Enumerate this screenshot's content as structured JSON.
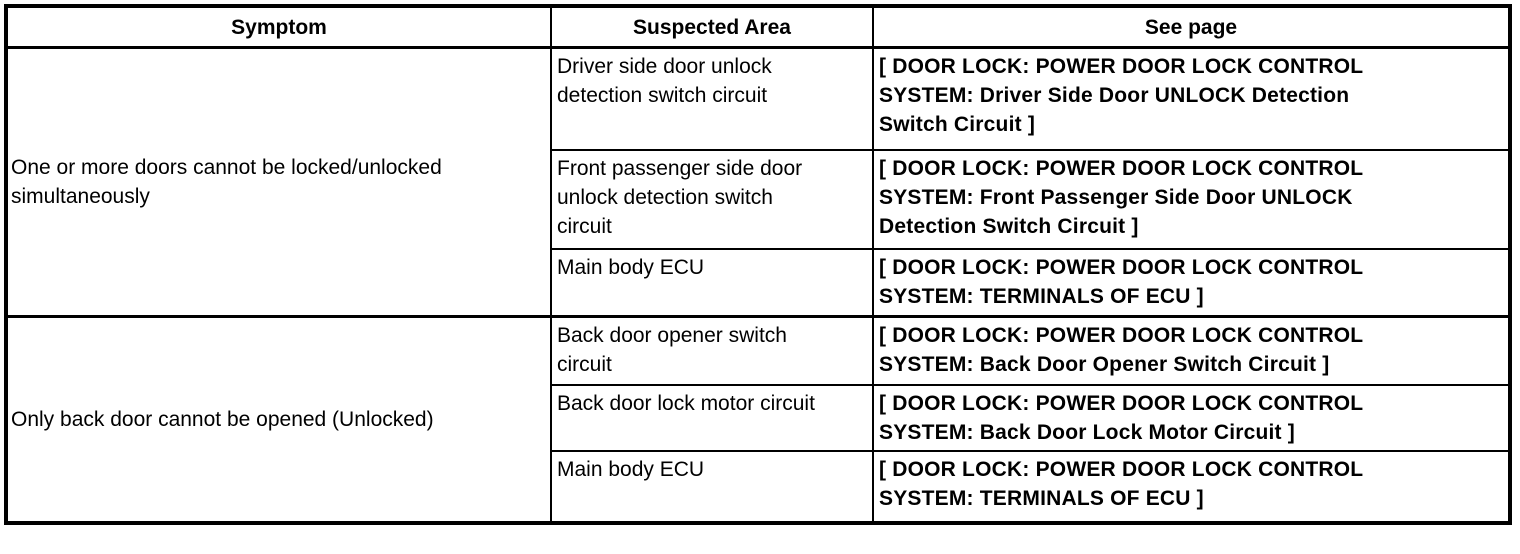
{
  "table": {
    "headers": {
      "symptom": "Symptom",
      "suspected_area": "Suspected Area",
      "see_page": "See page"
    },
    "groups": [
      {
        "symptom": "One or more doors cannot be locked/unlocked\nsimultaneously",
        "rows": [
          {
            "suspected_area": "Driver side door unlock\ndetection switch circuit",
            "see_page": "[ DOOR LOCK: POWER DOOR LOCK CONTROL\nSYSTEM: Driver Side Door UNLOCK Detection\nSwitch Circuit ]"
          },
          {
            "suspected_area": "Front passenger side door\nunlock detection switch\ncircuit",
            "see_page": "[ DOOR LOCK: POWER DOOR LOCK CONTROL\nSYSTEM: Front Passenger Side Door UNLOCK\nDetection Switch Circuit ]"
          },
          {
            "suspected_area": "Main body ECU",
            "see_page": "[ DOOR LOCK: POWER DOOR LOCK CONTROL\nSYSTEM: TERMINALS OF ECU ]"
          }
        ]
      },
      {
        "symptom": "Only back door cannot be opened (Unlocked)",
        "rows": [
          {
            "suspected_area": "Back door opener switch\ncircuit",
            "see_page": "[ DOOR LOCK: POWER DOOR LOCK CONTROL\nSYSTEM: Back Door Opener Switch Circuit ]"
          },
          {
            "suspected_area": "Back door lock motor circuit",
            "see_page": "[ DOOR LOCK: POWER DOOR LOCK CONTROL\nSYSTEM: Back Door Lock Motor Circuit ]"
          },
          {
            "suspected_area": "Main body ECU",
            "see_page": "[ DOOR LOCK: POWER DOOR LOCK CONTROL\nSYSTEM: TERMINALS OF ECU ]"
          }
        ]
      }
    ],
    "colors": {
      "border": "#000000",
      "text": "#000000",
      "background": "#ffffff"
    }
  }
}
